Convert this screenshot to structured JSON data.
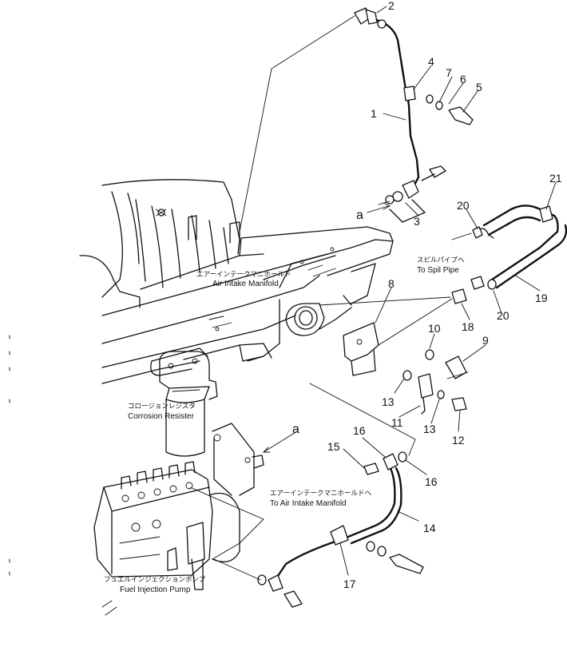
{
  "callouts": {
    "n1": "1",
    "n2": "2",
    "n3": "3",
    "n4": "4",
    "n5": "5",
    "n6": "6",
    "n7": "7",
    "n8": "8",
    "n9": "9",
    "n10": "10",
    "n11": "11",
    "n12": "12",
    "n13a": "13",
    "n13b": "13",
    "n14": "14",
    "n15": "15",
    "n16a": "16",
    "n16b": "16",
    "n17": "17",
    "n18": "18",
    "n19": "19",
    "n20a": "20",
    "n20b": "20",
    "n21": "21"
  },
  "refs": {
    "a_top": "a",
    "a_mid": "a"
  },
  "labels": {
    "air_intake_jp": "エアーインテークマニホールド",
    "air_intake_en": "Air Intake Manifold",
    "spill_jp": "スピルパイプへ",
    "spill_en": "To Spil Pipe",
    "corrosion_jp": "コロージョンレジスタ",
    "corrosion_en": "Corrosion Resister",
    "to_air_jp": "エアーインテークマニホールドへ",
    "to_air_en": "To Air Intake Manifold",
    "fuel_jp": "フュエルインジェクションポンプ",
    "fuel_en": "Fuel Injection Pump"
  }
}
